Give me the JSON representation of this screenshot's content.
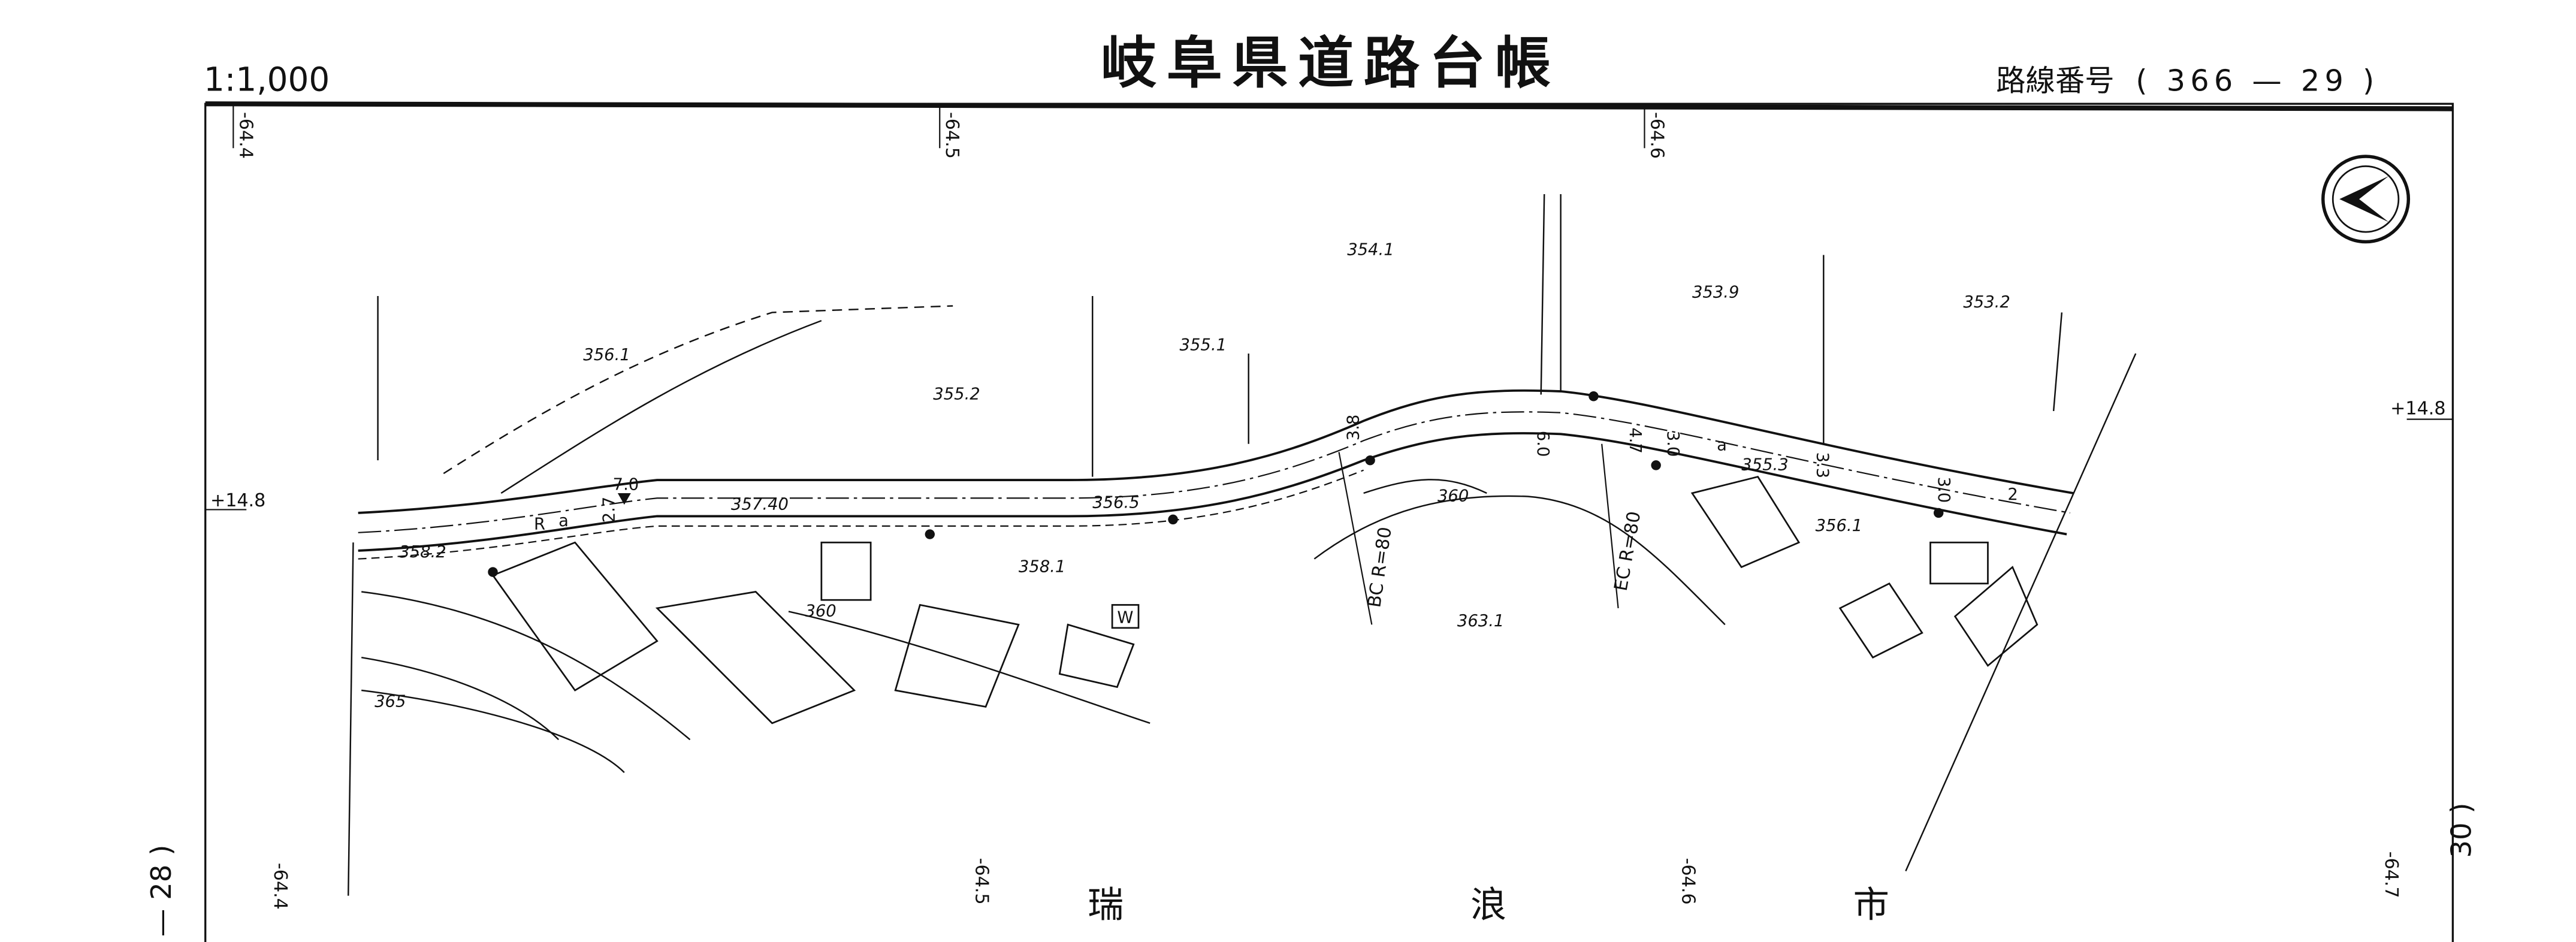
{
  "header": {
    "scale": "1:1,000",
    "title": "岐阜県道路台帳",
    "route_label": "路線番号",
    "route_number": "( 366 — 29 )"
  },
  "sheet_refs": {
    "left": "— 28 )",
    "right": "30 )"
  },
  "grid_labels": {
    "top": [
      "-64.4",
      "-64.5",
      "-64.6"
    ],
    "bottom": [
      "-64.4",
      "-64.5",
      "-64.6",
      "-64.7"
    ],
    "left": "+14.8",
    "right": "+14.8"
  },
  "municipality": [
    "瑞",
    "浪",
    "市"
  ],
  "elevations": [
    "354.1",
    "353.9",
    "353.2",
    "355.1",
    "356.1",
    "355.2",
    "357.40",
    "356.5",
    "358.2",
    "358.1",
    "355.3",
    "356.1",
    "363.1"
  ],
  "contours": [
    "360",
    "360",
    "365"
  ],
  "curves": {
    "bc": "BC R=80",
    "ec": "EC R=80"
  },
  "road_widths": [
    "7.0",
    "2.7",
    "3.8",
    "6.0",
    "4.7",
    "3.0",
    "3.3",
    "3.0",
    "2"
  ],
  "road_marks": [
    "R",
    "a",
    "a"
  ],
  "symbols": {
    "water": "W"
  },
  "north_arrow": "north-arrow"
}
